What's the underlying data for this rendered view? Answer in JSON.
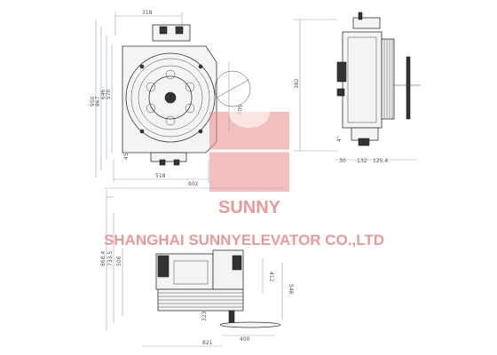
{
  "watermark": {
    "logo_text": "SUNNY",
    "company": "SHANGHAI SUNNYELEVATOR CO.,LTD",
    "color": "#e88a8a"
  },
  "front_view": {
    "dims": {
      "top_width": "318",
      "h_950": "950",
      "h_867": "867",
      "h_646": "646",
      "h_570": "570",
      "d_500": "500",
      "small_45": "45",
      "bottom_width": "518"
    }
  },
  "side_view": {
    "dims": {
      "h_382": "382",
      "d_30": "30",
      "d_132": "132",
      "d_125": "125.4",
      "angle": "4°"
    }
  },
  "top_view": {
    "dims": {
      "w_602": "602",
      "h_868": "868.4",
      "h_733": "733.5",
      "h_506": "506",
      "h_412": "412",
      "h_548": "548",
      "d_323": "323",
      "w_400": "400",
      "w_821": "821"
    }
  }
}
